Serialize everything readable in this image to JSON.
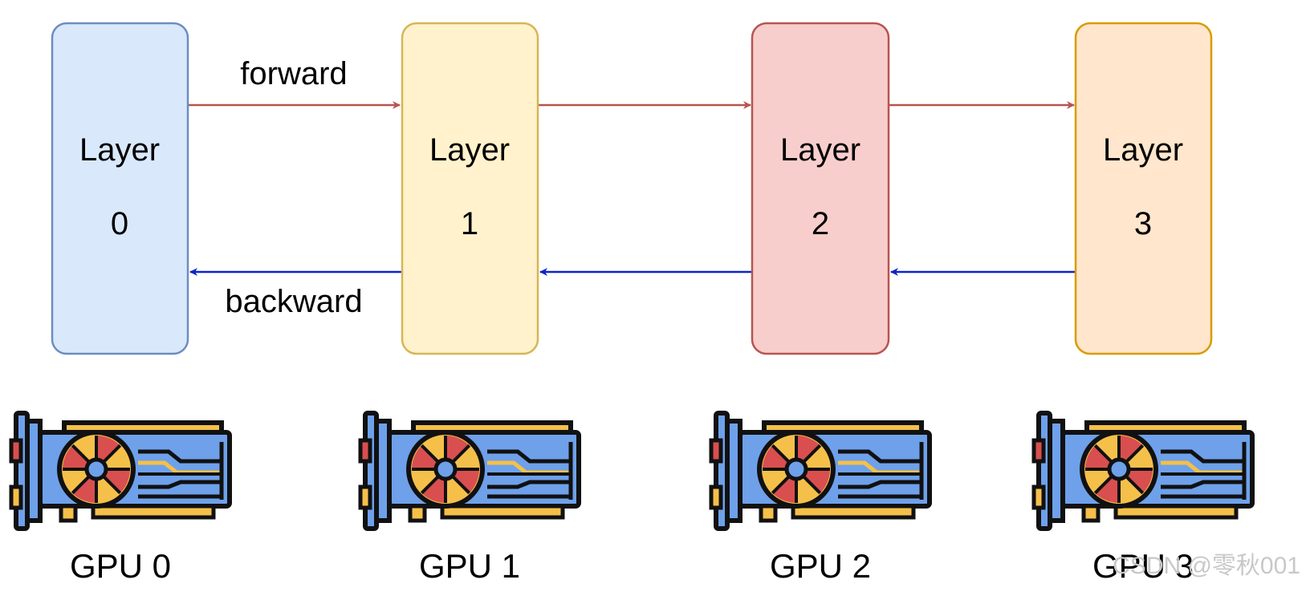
{
  "layers": [
    {
      "label": "Layer",
      "index": "0",
      "fill": "#dae8fc",
      "stroke": "#6c8ebf"
    },
    {
      "label": "Layer",
      "index": "1",
      "fill": "#fff2cc",
      "stroke": "#d6b656"
    },
    {
      "label": "Layer",
      "index": "2",
      "fill": "#f8cecc",
      "stroke": "#b85450"
    },
    {
      "label": "Layer",
      "index": "3",
      "fill": "#ffe6cc",
      "stroke": "#d79b00"
    }
  ],
  "arrows": {
    "forward_label": "forward",
    "backward_label": "backward",
    "forward_color": "#b85450",
    "backward_color": "#0b24c7"
  },
  "gpus": [
    {
      "label": "GPU 0",
      "icon": "graphics-card-icon"
    },
    {
      "label": "GPU 1",
      "icon": "graphics-card-icon"
    },
    {
      "label": "GPU 2",
      "icon": "graphics-card-icon"
    },
    {
      "label": "GPU 3",
      "icon": "graphics-card-icon"
    }
  ],
  "watermark": "CSDN @零秋001",
  "colors": {
    "gpu_board": "#6ea1ea",
    "gpu_fan_red": "#d94f4f",
    "gpu_fan_yellow": "#f5c04a",
    "gpu_outline": "#111111"
  }
}
